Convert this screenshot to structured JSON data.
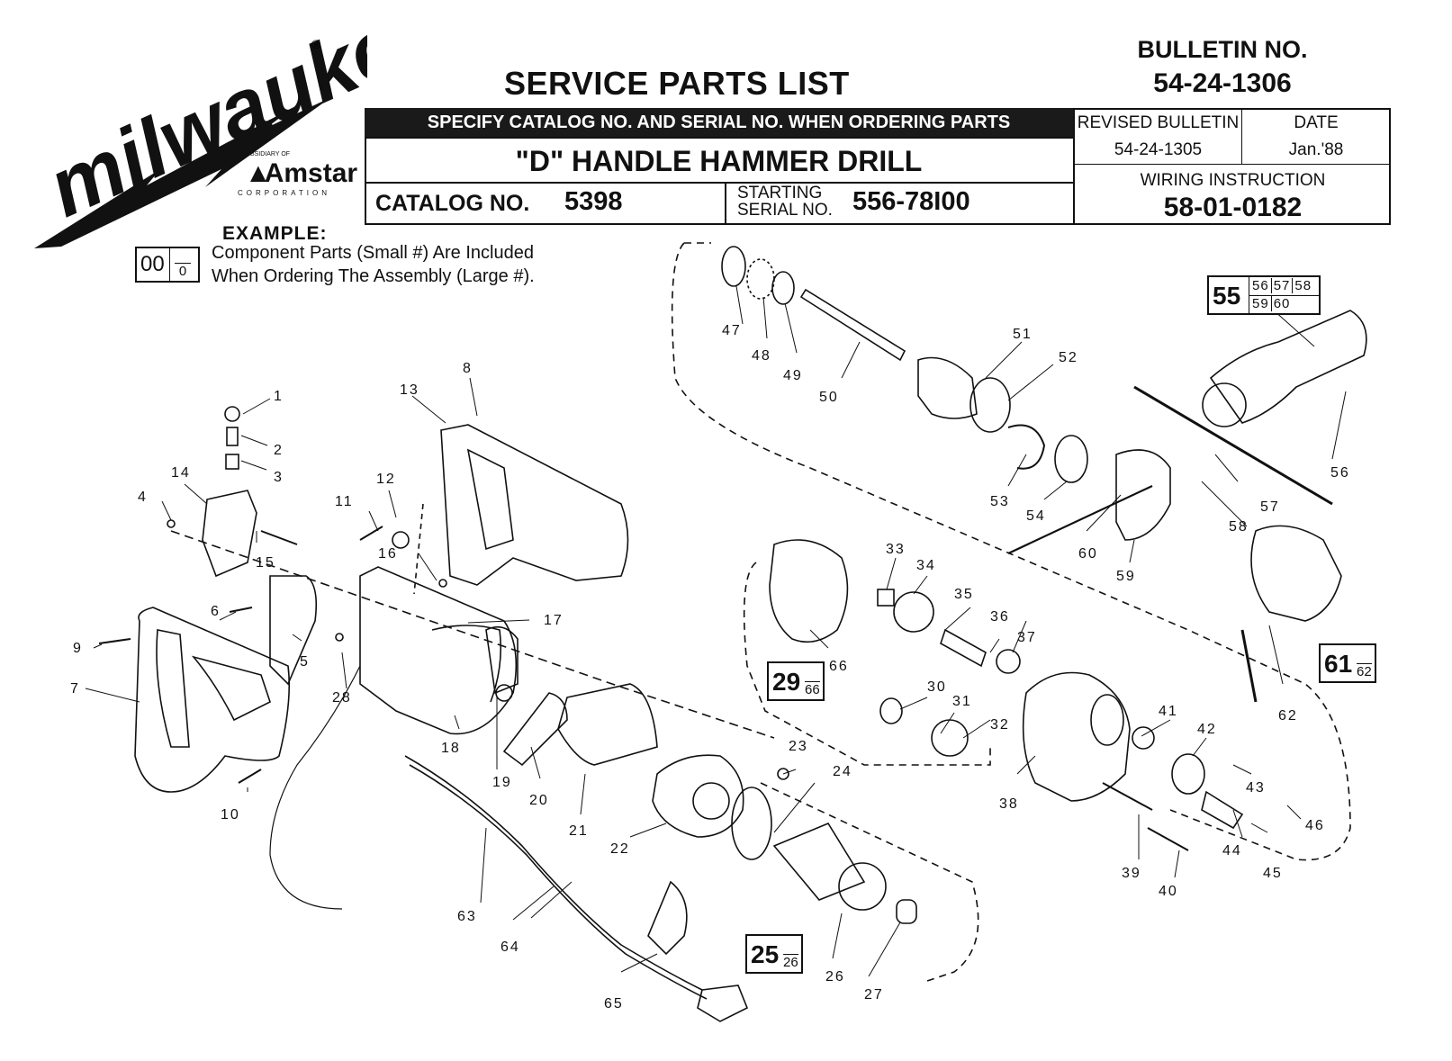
{
  "logo": {
    "brand": "milwaukee",
    "subsidiary": "A SUBSIDIARY OF",
    "parent": "Amstar",
    "parent_sub": "CORPORATION"
  },
  "header": {
    "title": "SERVICE PARTS LIST",
    "bulletin_label": "BULLETIN NO.",
    "bulletin_no": "54-24-1306",
    "specify": "SPECIFY CATALOG NO. AND SERIAL NO. WHEN ORDERING PARTS",
    "product": "\"D\" HANDLE HAMMER DRILL",
    "catalog_label": "CATALOG NO.",
    "catalog_no": "5398",
    "serial_label_1": "STARTING",
    "serial_label_2": "SERIAL NO.",
    "serial_no": "556-78I00",
    "revised_label": "REVISED BULLETIN",
    "revised_no": "54-24-1305",
    "date_label": "DATE",
    "date_value": "Jan.'88",
    "wiring_label": "WIRING INSTRUCTION",
    "wiring_no": "58-01-0182"
  },
  "example": {
    "label": "EXAMPLE:",
    "big": "00",
    "small": "0",
    "line1": "Component Parts (Small #) Are Included",
    "line2": "When Ordering The Assembly (Large #)."
  },
  "assemblies": [
    {
      "big": "55",
      "small_top": [
        "56",
        "57",
        "58"
      ],
      "small_bottom": [
        "59",
        "60"
      ]
    },
    {
      "big": "61",
      "small": "62"
    },
    {
      "big": "29",
      "small": "66"
    },
    {
      "big": "25",
      "small": "26"
    }
  ],
  "callouts": [
    "1",
    "2",
    "3",
    "4",
    "5",
    "6",
    "7",
    "8",
    "9",
    "10",
    "11",
    "12",
    "13",
    "14",
    "15",
    "16",
    "17",
    "18",
    "19",
    "20",
    "21",
    "22",
    "23",
    "24",
    "26",
    "27",
    "28",
    "30",
    "31",
    "32",
    "33",
    "34",
    "35",
    "36",
    "37",
    "38",
    "39",
    "40",
    "41",
    "42",
    "43",
    "44",
    "45",
    "46",
    "47",
    "48",
    "49",
    "50",
    "51",
    "52",
    "53",
    "54",
    "56",
    "57",
    "58",
    "59",
    "60",
    "62",
    "63",
    "64",
    "65",
    "66"
  ]
}
